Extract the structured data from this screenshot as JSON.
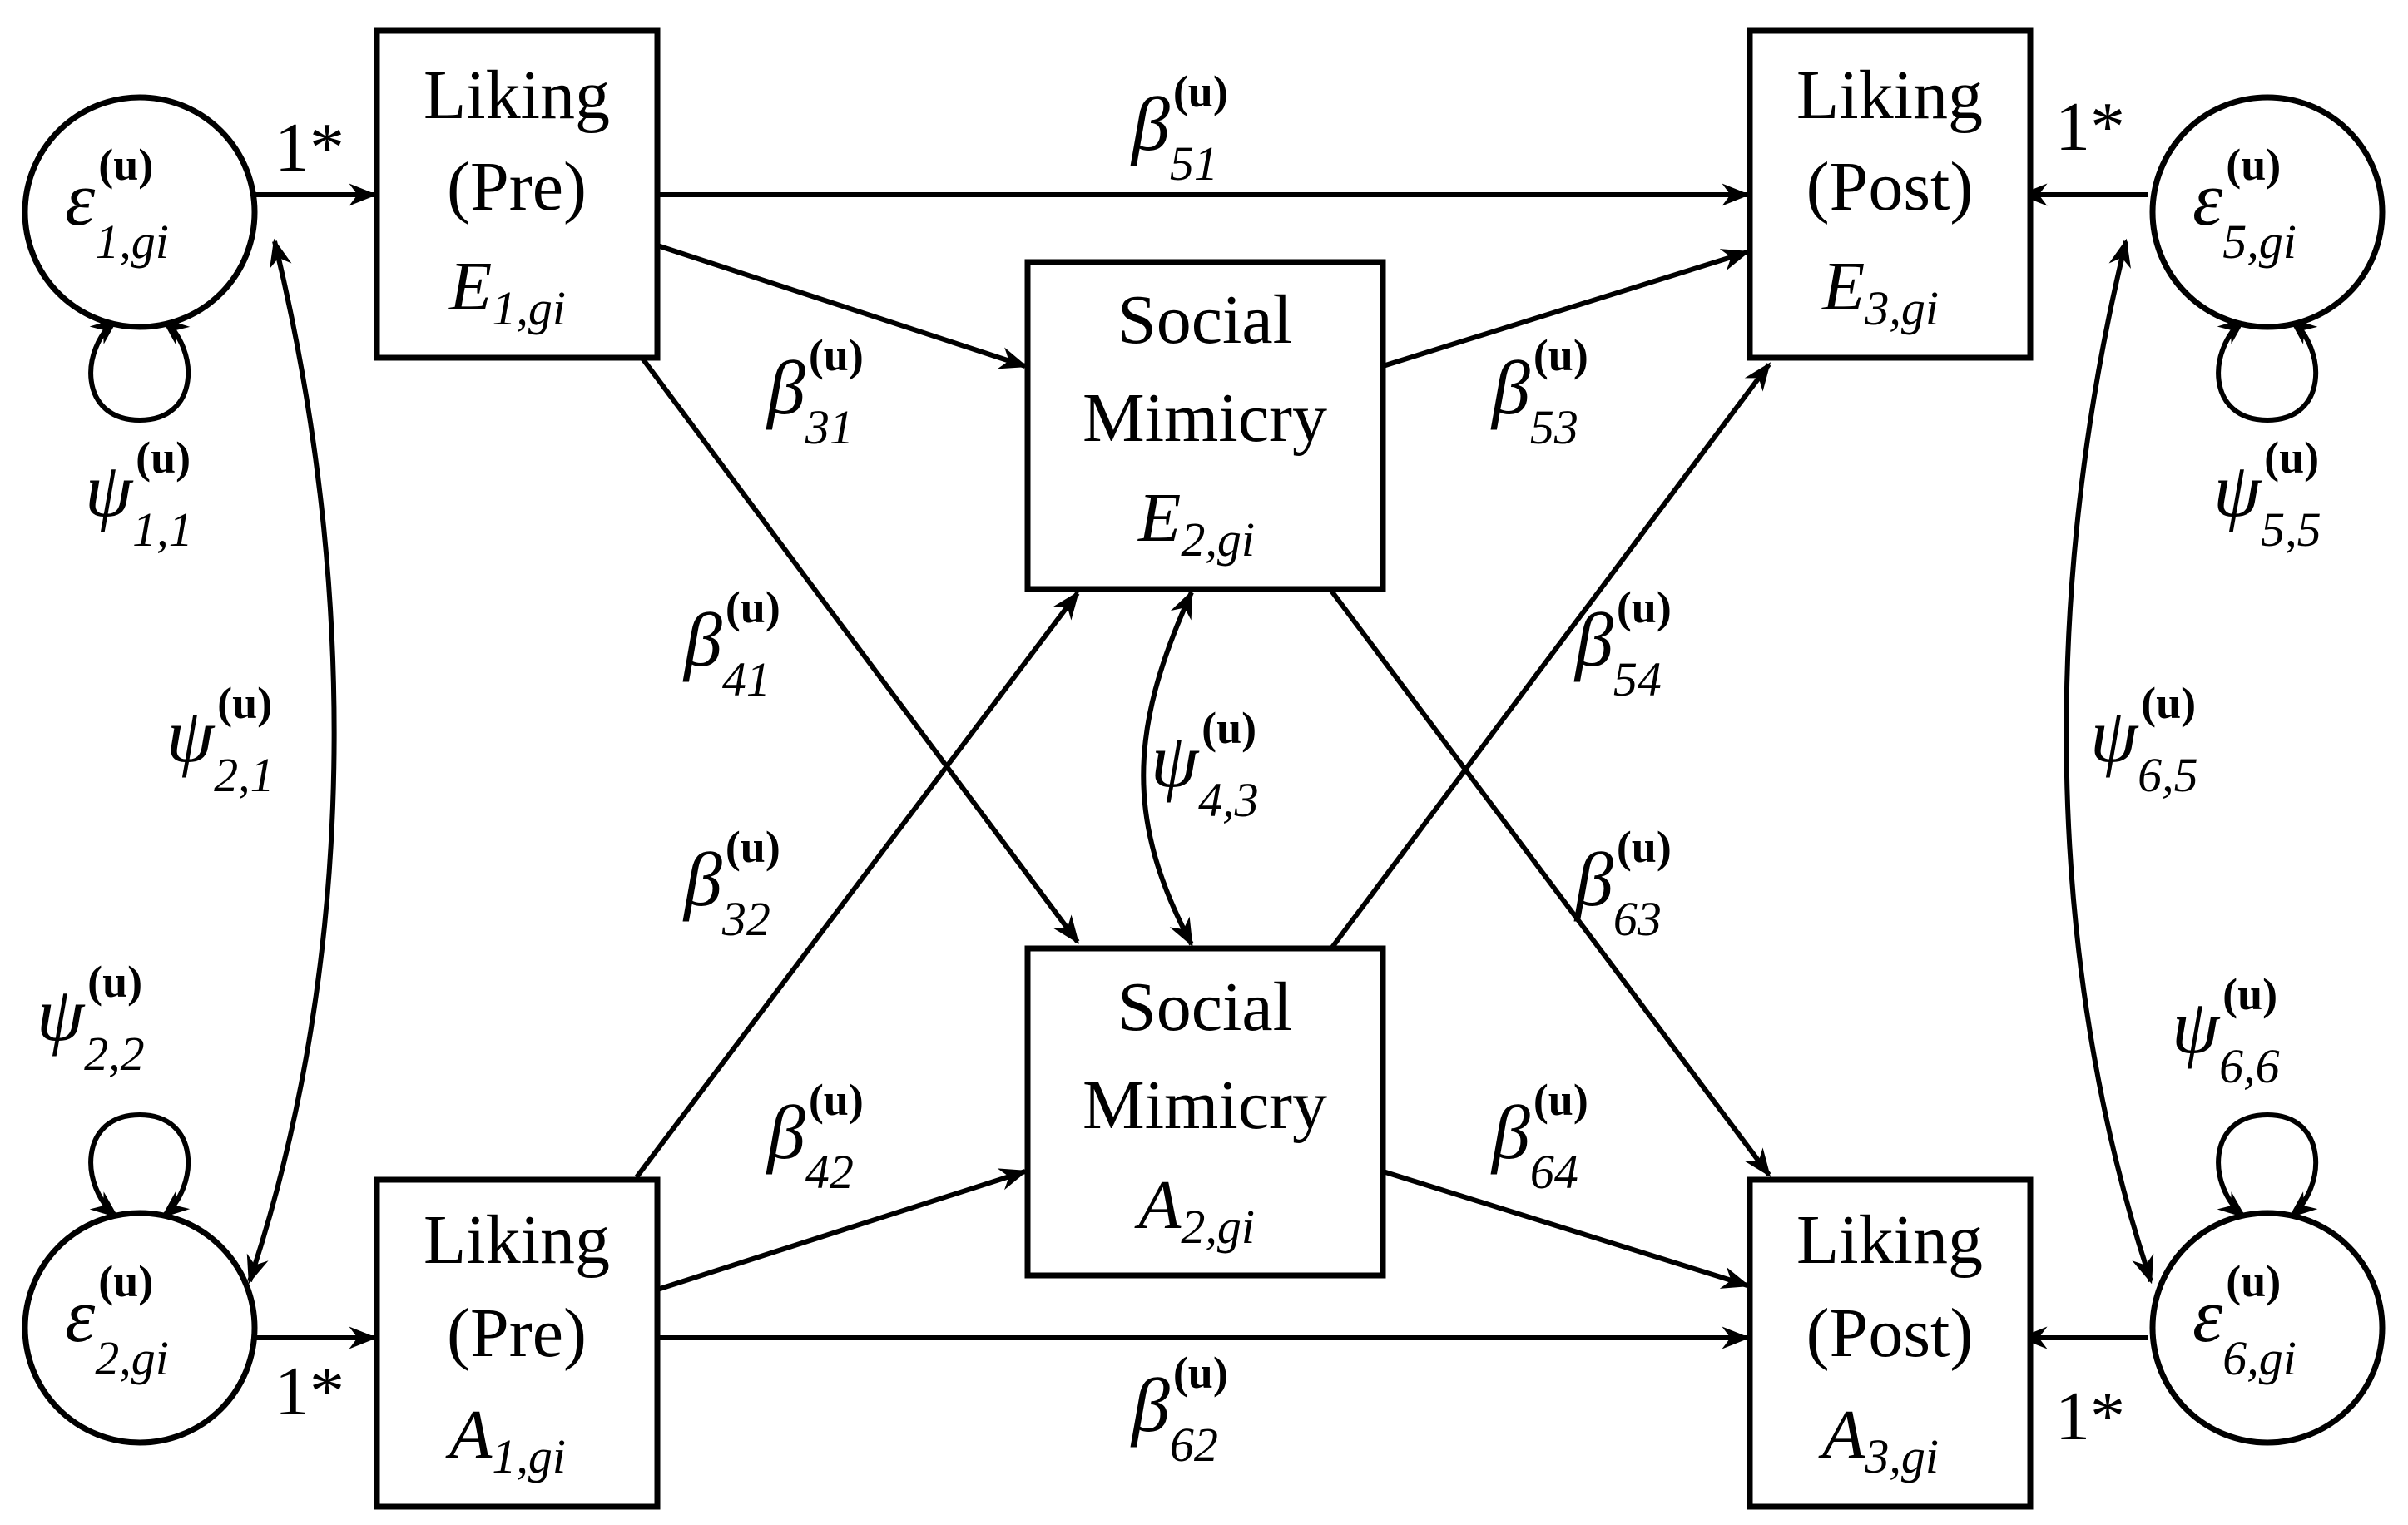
{
  "boxes": {
    "liking_pre_e": {
      "line1": "Liking",
      "line2": "(Pre)",
      "var": "E",
      "sub": "1,gi"
    },
    "liking_post_e": {
      "line1": "Liking",
      "line2": "(Post)",
      "var": "E",
      "sub": "3,gi"
    },
    "mimicry_e": {
      "line1": "Social",
      "line2": "Mimicry",
      "var": "E",
      "sub": "2,gi"
    },
    "mimicry_a": {
      "line1": "Social",
      "line2": "Mimicry",
      "var": "A",
      "sub": "2,gi"
    },
    "liking_pre_a": {
      "line1": "Liking",
      "line2": "(Pre)",
      "var": "A",
      "sub": "1,gi"
    },
    "liking_post_a": {
      "line1": "Liking",
      "line2": "(Post)",
      "var": "A",
      "sub": "3,gi"
    }
  },
  "circles": {
    "eps1": {
      "sym": "ε",
      "sup": "(u)",
      "sub": "1,gi"
    },
    "eps2": {
      "sym": "ε",
      "sup": "(u)",
      "sub": "2,gi"
    },
    "eps5": {
      "sym": "ε",
      "sup": "(u)",
      "sub": "5,gi"
    },
    "eps6": {
      "sym": "ε",
      "sup": "(u)",
      "sub": "6,gi"
    }
  },
  "fixed_loadings": {
    "eps1": "1*",
    "eps2": "1*",
    "eps5": "1*",
    "eps6": "1*"
  },
  "paths": {
    "b51": {
      "sym": "β",
      "sup": "(u)",
      "sub": "51"
    },
    "b31": {
      "sym": "β",
      "sup": "(u)",
      "sub": "31"
    },
    "b53": {
      "sym": "β",
      "sup": "(u)",
      "sub": "53"
    },
    "b41": {
      "sym": "β",
      "sup": "(u)",
      "sub": "41"
    },
    "b54": {
      "sym": "β",
      "sup": "(u)",
      "sub": "54"
    },
    "b32": {
      "sym": "β",
      "sup": "(u)",
      "sub": "32"
    },
    "b63": {
      "sym": "β",
      "sup": "(u)",
      "sub": "63"
    },
    "b42": {
      "sym": "β",
      "sup": "(u)",
      "sub": "42"
    },
    "b64": {
      "sym": "β",
      "sup": "(u)",
      "sub": "64"
    },
    "b62": {
      "sym": "β",
      "sup": "(u)",
      "sub": "62"
    }
  },
  "covariances": {
    "psi11": {
      "sym": "ψ",
      "sup": "(u)",
      "sub": "1,1"
    },
    "psi21": {
      "sym": "ψ",
      "sup": "(u)",
      "sub": "2,1"
    },
    "psi22": {
      "sym": "ψ",
      "sup": "(u)",
      "sub": "2,2"
    },
    "psi43": {
      "sym": "ψ",
      "sup": "(u)",
      "sub": "4,3"
    },
    "psi55": {
      "sym": "ψ",
      "sup": "(u)",
      "sub": "5,5"
    },
    "psi65": {
      "sym": "ψ",
      "sup": "(u)",
      "sub": "6,5"
    },
    "psi66": {
      "sym": "ψ",
      "sup": "(u)",
      "sub": "6,6"
    }
  }
}
